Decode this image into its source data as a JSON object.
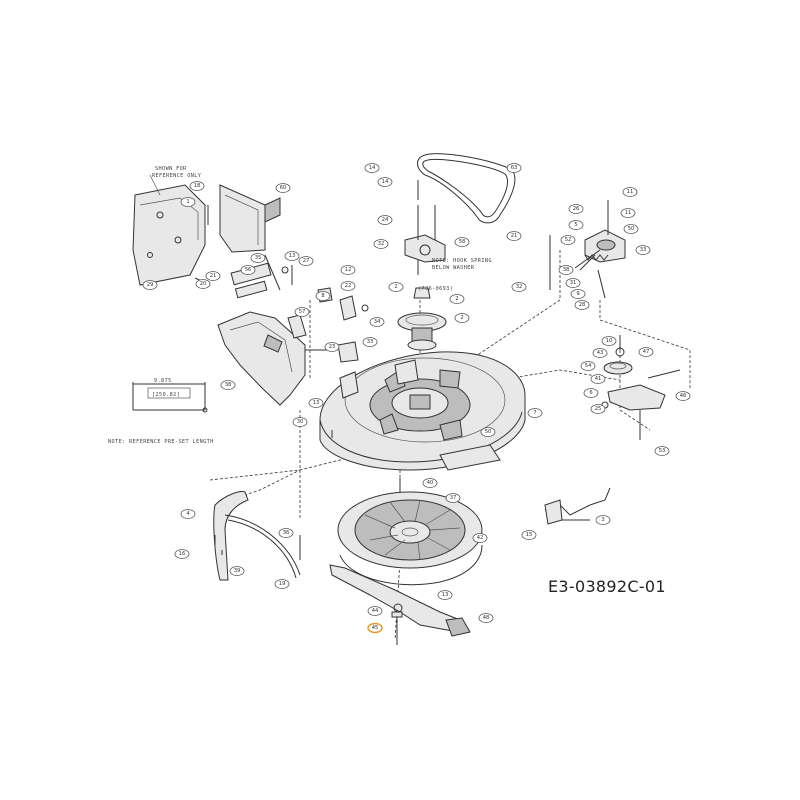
{
  "diagram": {
    "code": "E3-03892C-01",
    "notes": {
      "reference_only": [
        "SHOWN FOR",
        "REFERENCE ONLY"
      ],
      "hook_spring": [
        "NOTE: HOOK SPRING",
        "BELOW WASHER"
      ],
      "preset_length": "NOTE: REFERENCE PRE-SET LENGTH",
      "dim_inches": "9.875",
      "dim_mm": "[250.82]",
      "part_number": "(736-0693)"
    },
    "highlight_color": "#e8961c",
    "callouts": [
      {
        "label": "60"
      },
      {
        "label": "18"
      },
      {
        "label": "1"
      },
      {
        "label": "35"
      },
      {
        "label": "13"
      },
      {
        "label": "21"
      },
      {
        "label": "56"
      },
      {
        "label": "20"
      },
      {
        "label": "29"
      },
      {
        "label": "38"
      },
      {
        "label": "57"
      },
      {
        "label": "23"
      },
      {
        "label": "13"
      },
      {
        "label": "30"
      },
      {
        "label": "8"
      },
      {
        "label": "12"
      },
      {
        "label": "34"
      },
      {
        "label": "33"
      },
      {
        "label": "14"
      },
      {
        "label": "14"
      },
      {
        "label": "24"
      },
      {
        "label": "32"
      },
      {
        "label": "58"
      },
      {
        "label": "63"
      },
      {
        "label": "2"
      },
      {
        "label": "2"
      },
      {
        "label": "2"
      },
      {
        "label": "21"
      },
      {
        "label": "32"
      },
      {
        "label": "7"
      },
      {
        "label": "11"
      },
      {
        "label": "11"
      },
      {
        "label": "26"
      },
      {
        "label": "5"
      },
      {
        "label": "52"
      },
      {
        "label": "50"
      },
      {
        "label": "33"
      },
      {
        "label": "38"
      },
      {
        "label": "31"
      },
      {
        "label": "9"
      },
      {
        "label": "28"
      },
      {
        "label": "10"
      },
      {
        "label": "43"
      },
      {
        "label": "47"
      },
      {
        "label": "54"
      },
      {
        "label": "41"
      },
      {
        "label": "6"
      },
      {
        "label": "25"
      },
      {
        "label": "46"
      },
      {
        "label": "53"
      },
      {
        "label": "4"
      },
      {
        "label": "16"
      },
      {
        "label": "36"
      },
      {
        "label": "19"
      },
      {
        "label": "39"
      },
      {
        "label": "40"
      },
      {
        "label": "37"
      },
      {
        "label": "15"
      },
      {
        "label": "3"
      },
      {
        "label": "13"
      },
      {
        "label": "44"
      },
      {
        "label": "45"
      },
      {
        "label": "48"
      },
      {
        "label": "42"
      },
      {
        "label": "27"
      },
      {
        "label": "22"
      },
      {
        "label": "50"
      }
    ]
  }
}
